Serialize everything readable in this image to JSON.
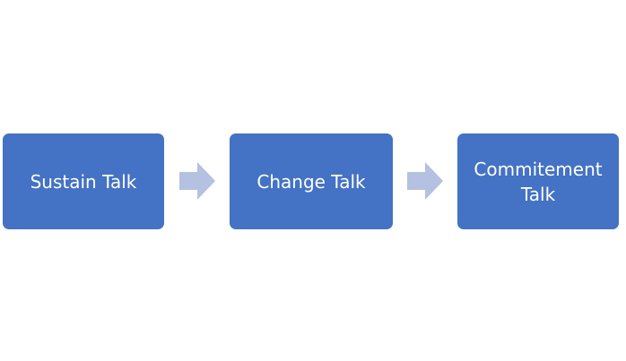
{
  "colors": {
    "box_fill": "#4472c4",
    "box_text": "#ffffff",
    "arrow_fill": "#b4c1e0",
    "background": "#ffffff"
  },
  "steps": [
    {
      "label": "Sustain Talk"
    },
    {
      "label": "Change Talk"
    },
    {
      "label": "Commitement\nTalk"
    }
  ],
  "connectors": [
    {
      "icon": "right-arrow-icon"
    },
    {
      "icon": "right-arrow-icon"
    }
  ]
}
